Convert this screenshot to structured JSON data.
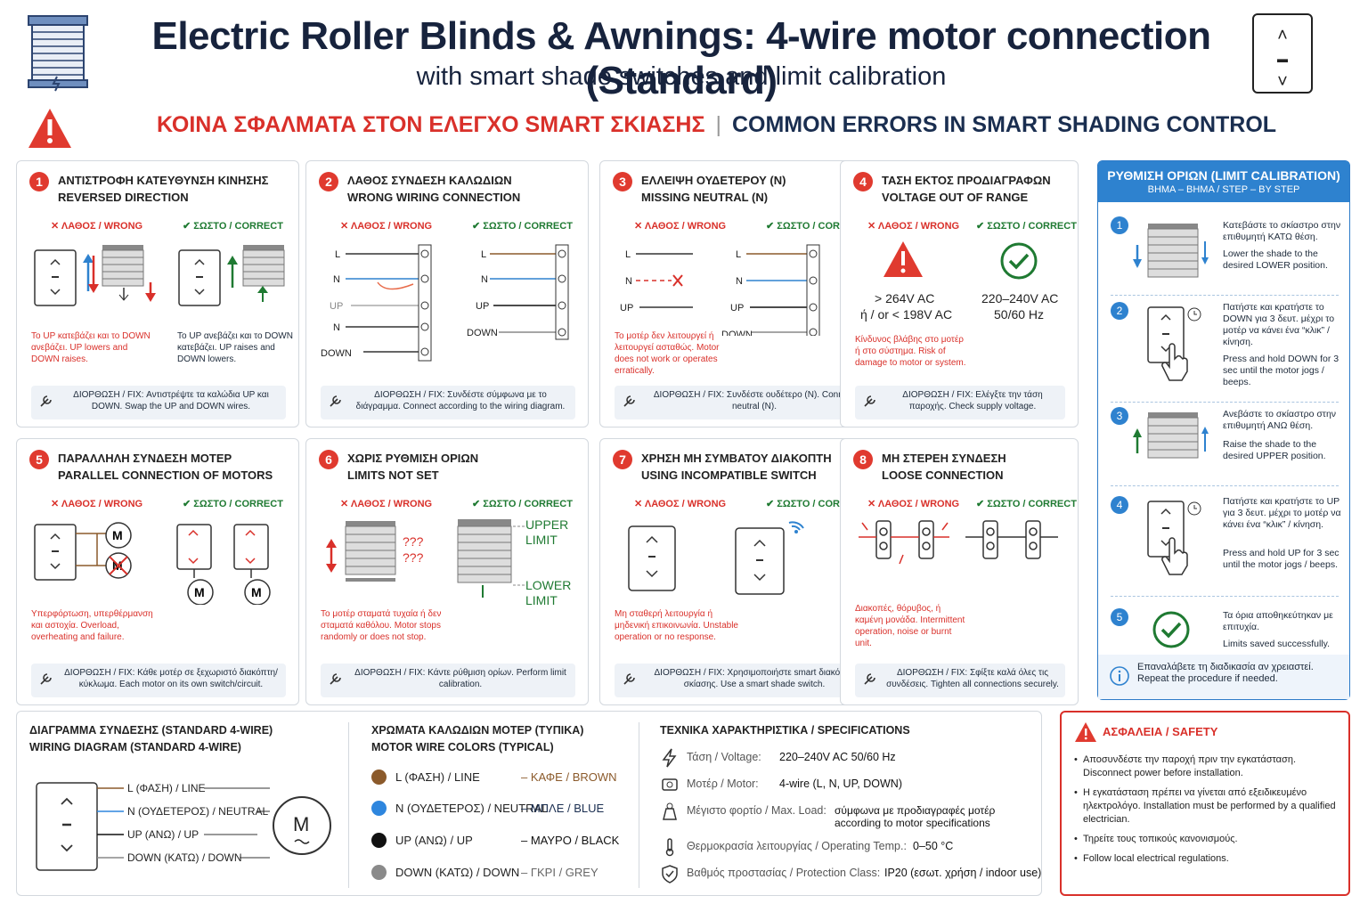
{
  "header": {
    "title": "Electric Roller Blinds & Awnings: 4-wire motor connection (Standard)",
    "subtitle": "with smart shade switches and limit calibration",
    "switch_up": "˄",
    "switch_stop": "▬",
    "switch_down": "˅"
  },
  "errors_banner": {
    "greek": "ΚΟΙΝΑ ΣΦΑΛΜΑΤΑ ΣΤΟΝ ΕΛΕΓΧΟ SMART ΣΚΙΑΣΗΣ",
    "separator": "|",
    "english": "COMMON ERRORS IN SMART SHADING CONTROL"
  },
  "labels": {
    "wrong": "✕ ΛΑΘΟΣ / WRONG",
    "correct": "✔ ΣΩΣΤΟ / CORRECT"
  },
  "cards": [
    {
      "n": "1",
      "t1": "ΑΝΤΙΣΤΡΟΦΗ ΚΑΤΕΥΘΥΝΣΗ ΚΙΝΗΣΗΣ",
      "t2": "REVERSED DIRECTION",
      "note_wrong": "Το UP κατεβάζει και το DOWN ανεβάζει. UP lowers and DOWN raises.",
      "note_right": "Το UP ανεβάζει και το DOWN κατεβάζει. UP raises and DOWN lowers.",
      "fix": "ΔΙΟΡΘΩΣΗ / FIX: Αντιστρέψτε τα καλώδια UP και DOWN. Swap the UP and DOWN wires."
    },
    {
      "n": "2",
      "t1": "ΛΑΘΟΣ ΣΥΝΔΕΣΗ ΚΑΛΩΔΙΩΝ",
      "t2": "WRONG WIRING CONNECTION",
      "note_wrong": "",
      "note_right": "",
      "fix": "ΔΙΟΡΘΩΣΗ / FIX: Συνδέστε σύμφωνα με το διάγραμμα. Connect according to the wiring diagram."
    },
    {
      "n": "3",
      "t1": "ΕΛΛΕΙΨΗ ΟΥΔΕΤΕΡΟΥ (N)",
      "t2": "MISSING NEUTRAL (N)",
      "note_wrong": "Το μοτέρ δεν λειτουργεί ή λειτουργεί ασταθώς. Motor does not work or operates erratically.",
      "note_right": "",
      "fix": "ΔΙΟΡΘΩΣΗ / FIX: Συνδέστε ουδέτερο (N). Connect neutral (N)."
    },
    {
      "n": "4",
      "t1": "ΤΑΣΗ ΕΚΤΟΣ ΠΡΟΔΙΑΓΡΑΦΩΝ",
      "t2": "VOLTAGE OUT OF RANGE",
      "note_wrong": "Κίνδυνος βλάβης στο μοτέρ ή στο σύστημα. Risk of damage to motor or system.",
      "note_right": "",
      "fix": "ΔΙΟΡΘΩΣΗ / FIX: Ελέγξτε την τάση παροχής. Check supply voltage."
    },
    {
      "n": "5",
      "t1": "ΠΑΡΑΛΛΗΛΗ ΣΥΝΔΕΣΗ ΜΟΤΕΡ",
      "t2": "PARALLEL CONNECTION OF MOTORS",
      "note_wrong": "Υπερφόρτωση, υπερθέρμανση και αστοχία. Overload, overheating and failure.",
      "note_right": "",
      "fix": "ΔΙΟΡΘΩΣΗ / FIX: Κάθε μοτέρ σε ξεχωριστό διακόπτη/κύκλωμα. Each motor on its own switch/circuit."
    },
    {
      "n": "6",
      "t1": "ΧΩΡΙΣ ΡΥΘΜΙΣΗ ΟΡΙΩΝ",
      "t2": "LIMITS NOT SET",
      "note_wrong": "Το μοτέρ σταματά τυχαία ή δεν σταματά καθόλου. Motor stops randomly or does not stop.",
      "note_right": "",
      "fix": "ΔΙΟΡΘΩΣΗ / FIX: Κάντε ρύθμιση ορίων. Perform limit calibration."
    },
    {
      "n": "7",
      "t1": "ΧΡΗΣΗ ΜΗ ΣΥΜΒΑΤΟΥ ΔΙΑΚΟΠΤΗ",
      "t2": "USING INCOMPATIBLE SWITCH",
      "note_wrong": "Μη σταθερή λειτουργία ή μηδενική επικοινωνία. Unstable operation or no response.",
      "note_right": "",
      "fix": "ΔΙΟΡΘΩΣΗ / FIX: Χρησιμοποιήστε smart διακόπτη σκίασης. Use a smart shade switch."
    },
    {
      "n": "8",
      "t1": "ΜΗ ΣΤΕΡΕΗ ΣΥΝΔΕΣΗ",
      "t2": "LOOSE CONNECTION",
      "note_wrong": "Διακοπές, θόρυβος, ή καμένη μονάδα. Intermittent operation, noise or burnt unit.",
      "note_right": "",
      "fix": "ΔΙΟΡΘΩΣΗ / FIX: Σφίξτε καλά όλες τις συνδέσεις. Tighten all connections securely."
    }
  ],
  "card4": {
    "wrong_v1": "> 264V AC",
    "wrong_v2": "ή / or < 198V AC",
    "right_v1": "220–240V AC",
    "right_v2": "50/60 Hz"
  },
  "card6": {
    "q": "???",
    "upper": "UPPER LIMIT",
    "lower": "LOWER LIMIT"
  },
  "wires": {
    "L": "L",
    "N": "N",
    "UP": "UP",
    "DOWN": "DOWN"
  },
  "calibration": {
    "title": "ΡΥΘΜΙΣΗ ΟΡΙΩΝ (LIMIT CALIBRATION)",
    "subtitle": "ΒΗΜΑ – ΒΗΜΑ / STEP – BY STEP",
    "steps": [
      {
        "n": "1",
        "gr": "Κατεβάστε το σκίαστρο στην επιθυμητή ΚΑΤΩ θέση.",
        "en": "Lower the shade to the desired LOWER position."
      },
      {
        "n": "2",
        "gr": "Πατήστε και κρατήστε το DOWN για 3 δευτ. μέχρι το μοτέρ να κάνει ένα “κλικ” / κίνηση.",
        "en": "Press and hold DOWN for 3 sec until the motor jogs / beeps."
      },
      {
        "n": "3",
        "gr": "Ανεβάστε το σκίαστρο στην επιθυμητή ΑΝΩ θέση.",
        "en": "Raise the shade to the desired UPPER position."
      },
      {
        "n": "4",
        "gr": "Πατήστε και κρατήστε το UP για 3 δευτ. μέχρι το μοτέρ να κάνει ένα “κλικ” / κίνηση.",
        "en": "Press and hold UP for 3 sec until the motor jogs / beeps."
      },
      {
        "n": "5",
        "gr": "Τα όρια αποθηκεύτηκαν με επιτυχία.",
        "en": "Limits saved successfully."
      }
    ],
    "footer_gr": "Επαναλάβετε τη διαδικασία αν χρειαστεί.",
    "footer_en": "Repeat the procedure if needed."
  },
  "diagram": {
    "h1": "ΔΙΑΓΡΑΜΜΑ ΣΥΝΔΕΣΗΣ (STANDARD 4-WIRE)",
    "h2": "WIRING DIAGRAM (STANDARD 4-WIRE)",
    "l_line": "L (ΦΑΣΗ) / LINE",
    "l_neutral": "N (ΟΥΔΕΤΕΡΟΣ) / NEUTRAL",
    "l_up": "UP (ΑΝΩ) / UP",
    "l_down": "DOWN (ΚΑΤΩ) / DOWN",
    "motor": "M"
  },
  "colors_section": {
    "h1": "ΧΡΩΜΑΤΑ ΚΑΛΩΔΙΩΝ ΜΟΤΕΡ (ΤΥΠΙΚΑ)",
    "h2": "MOTOR WIRE COLORS (TYPICAL)",
    "rows": [
      {
        "wire": "L (ΦΑΣΗ) / LINE",
        "color": "– ΚΑΦΕ / BROWN",
        "hex": "#8b5a2b"
      },
      {
        "wire": "N (ΟΥΔΕΤΕΡΟΣ) / NEUTRAL",
        "color": "– ΜΠΛΕ / BLUE",
        "hex": "#2e86de"
      },
      {
        "wire": "UP (ΑΝΩ) / UP",
        "color": "– ΜΑΥΡΟ / BLACK",
        "hex": "#111111"
      },
      {
        "wire": "DOWN (ΚΑΤΩ) / DOWN",
        "color": "– ΓΚΡΙ / GREY",
        "hex": "#8a8a8a"
      }
    ]
  },
  "specs": {
    "h": "ΤΕΧΝΙΚΑ ΧΑΡΑΚΤΗΡΙΣΤΙΚΑ / SPECIFICATIONS",
    "rows": [
      {
        "label": "Τάση / Voltage:",
        "value": "220–240V AC 50/60 Hz",
        "icon": "bolt-icon"
      },
      {
        "label": "Μοτέρ / Motor:",
        "value": "4-wire (L, N, UP, DOWN)",
        "icon": "motor-icon"
      },
      {
        "label": "Μέγιστο φορτίο / Max. Load:",
        "value": "σύμφωνα με προδιαγραφές μοτέρ according to motor specifications",
        "icon": "weight-icon"
      },
      {
        "label": "Θερμοκρασία λειτουργίας / Operating Temp.:",
        "value": "0–50 °C",
        "icon": "thermometer-icon"
      },
      {
        "label": "Βαθμός προστασίας / Protection Class:",
        "value": "IP20 (εσωτ. χρήση / indoor use)",
        "icon": "shield-icon"
      }
    ]
  },
  "safety": {
    "title": "ΑΣΦΑΛΕΙΑ / SAFETY",
    "items": [
      "Αποσυνδέστε την παροχή πριν την εγκατάσταση. Disconnect power before installation.",
      "Η εγκατάσταση πρέπει να γίνεται από εξειδικευμένο ηλεκτρολόγο. Installation must be performed by a qualified electrician.",
      "Τηρείτε τους τοπικούς κανονισμούς.",
      "Follow local electrical regulations."
    ]
  },
  "accent": {
    "red": "#d9302a",
    "green": "#1f7a32",
    "blue": "#2e82cf",
    "navy": "#17233d"
  }
}
